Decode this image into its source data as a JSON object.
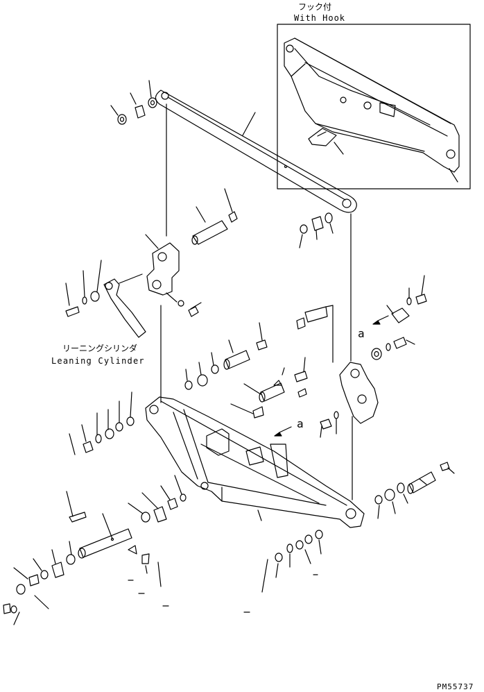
{
  "inset": {
    "title_jp": "フック付",
    "title_en": "With Hook"
  },
  "leaning_cylinder": {
    "label_jp": "リーニングシリンダ",
    "label_en": "Leaning Cylinder"
  },
  "view_labels": [
    "a",
    "a"
  ],
  "figure_code": "PM55737"
}
